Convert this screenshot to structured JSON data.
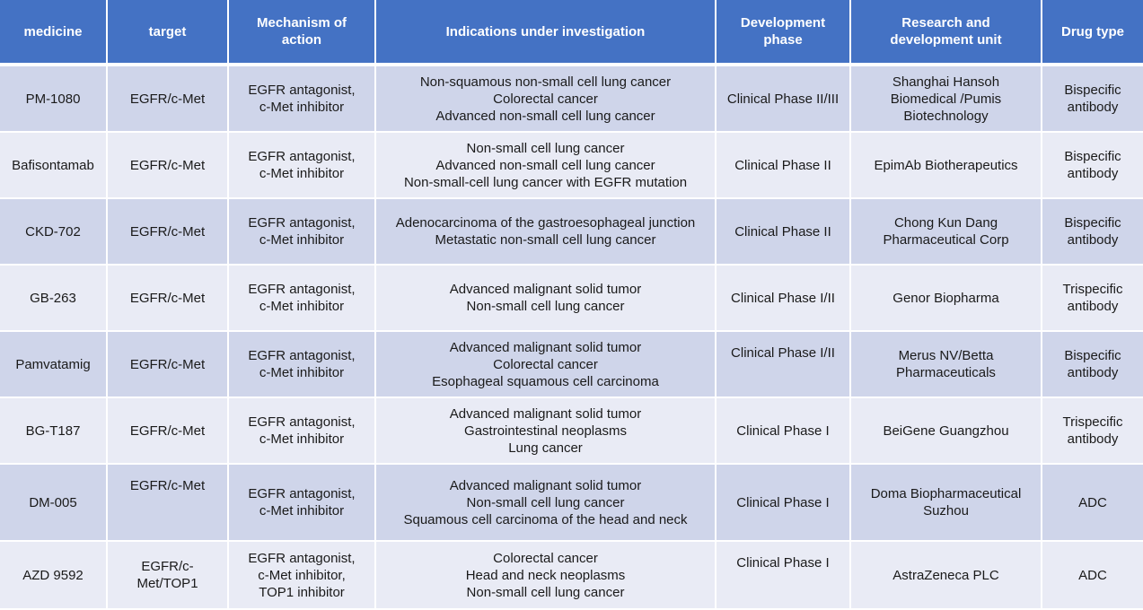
{
  "table": {
    "headers": [
      "medicine",
      "target",
      "Mechanism of action",
      "Indications under investigation",
      "Development phase",
      "Research and development unit",
      "Drug type"
    ],
    "header_color": "#4472c4",
    "row_colors": [
      "#cfd5ea",
      "#e9ebf5"
    ],
    "rows": [
      {
        "medicine": "PM-1080",
        "target": "EGFR/c-Met",
        "mechanism": [
          "EGFR antagonist,",
          "c-Met inhibitor"
        ],
        "indications": [
          "Non-squamous non-small cell lung cancer",
          "Colorectal cancer",
          "Advanced non-small cell lung cancer"
        ],
        "phase": "Clinical Phase II/III",
        "unit": [
          "Shanghai Hansoh",
          "Biomedical /Pumis",
          "Biotechnology"
        ],
        "drug_type": [
          "Bispecific",
          "antibody"
        ]
      },
      {
        "medicine": "Bafisontamab",
        "target": "EGFR/c-Met",
        "mechanism": [
          "EGFR antagonist,",
          "c-Met inhibitor"
        ],
        "indications": [
          "Non-small cell lung cancer",
          "Advanced non-small cell lung cancer",
          "Non-small-cell lung cancer with EGFR mutation"
        ],
        "phase": "Clinical Phase II",
        "unit": [
          "EpimAb Biotherapeutics"
        ],
        "drug_type": [
          "Bispecific",
          "antibody"
        ]
      },
      {
        "medicine": "CKD-702",
        "target": "EGFR/c-Met",
        "mechanism": [
          "EGFR antagonist,",
          "c-Met inhibitor"
        ],
        "indications": [
          "Adenocarcinoma of the gastroesophageal junction",
          "Metastatic non-small cell lung cancer"
        ],
        "phase": "Clinical Phase II",
        "unit": [
          "Chong Kun Dang",
          "Pharmaceutical Corp"
        ],
        "drug_type": [
          "Bispecific",
          "antibody"
        ]
      },
      {
        "medicine": "GB-263",
        "target": "EGFR/c-Met",
        "mechanism": [
          "EGFR antagonist,",
          "c-Met inhibitor"
        ],
        "indications": [
          "Advanced malignant solid tumor",
          "Non-small cell lung cancer"
        ],
        "phase": "Clinical Phase I/II",
        "unit": [
          "Genor Biopharma"
        ],
        "drug_type": [
          "Trispecific",
          "antibody"
        ]
      },
      {
        "medicine": "Pamvatamig",
        "target": "EGFR/c-Met",
        "mechanism": [
          "EGFR antagonist,",
          "c-Met inhibitor"
        ],
        "indications": [
          "Advanced malignant solid tumor",
          "Colorectal cancer",
          "Esophageal squamous cell carcinoma"
        ],
        "phase": "Clinical Phase I/II",
        "unit": [
          "Merus NV/Betta",
          "Pharmaceuticals"
        ],
        "drug_type": [
          "Bispecific",
          "antibody"
        ]
      },
      {
        "medicine": "BG-T187",
        "target": "EGFR/c-Met",
        "mechanism": [
          "EGFR antagonist,",
          "c-Met inhibitor"
        ],
        "indications": [
          "Advanced malignant solid tumor",
          "Gastrointestinal neoplasms",
          "Lung cancer"
        ],
        "phase": "Clinical Phase I",
        "unit": [
          "BeiGene Guangzhou"
        ],
        "drug_type": [
          "Trispecific",
          "antibody"
        ]
      },
      {
        "medicine": "DM-005",
        "target": "EGFR/c-Met",
        "mechanism": [
          "EGFR antagonist,",
          "c-Met inhibitor"
        ],
        "indications": [
          "Advanced malignant solid tumor",
          "Non-small cell lung cancer",
          "Squamous cell carcinoma of the head and neck"
        ],
        "phase": "Clinical Phase I",
        "unit": [
          "Doma Biopharmaceutical",
          "Suzhou"
        ],
        "drug_type": [
          "ADC"
        ]
      },
      {
        "medicine": "AZD 9592",
        "target": [
          "EGFR/c-",
          "Met/TOP1"
        ],
        "mechanism": [
          "EGFR antagonist,",
          "c-Met inhibitor,",
          "TOP1  inhibitor"
        ],
        "indications": [
          "Colorectal cancer",
          "Head and neck neoplasms",
          "Non-small cell lung cancer"
        ],
        "phase": "Clinical Phase I",
        "unit": [
          "AstraZeneca PLC"
        ],
        "drug_type": [
          "ADC"
        ]
      }
    ]
  }
}
